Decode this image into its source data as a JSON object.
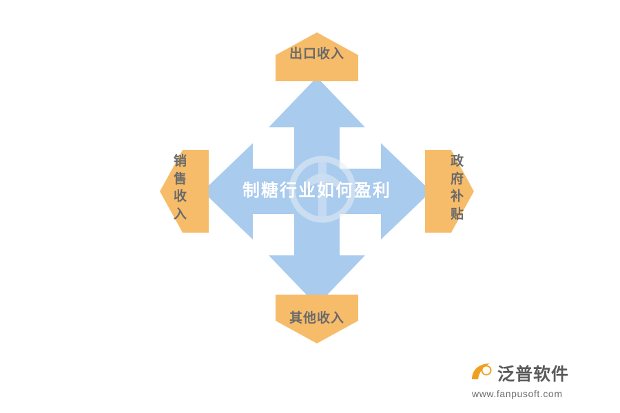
{
  "diagram": {
    "center": {
      "label": "制糖行业如何盈利",
      "color": "#a8cbee"
    },
    "arrow_color": "#a8cbee",
    "node_fill": "#f7bc6a",
    "node_text_color": "#6a6a6a",
    "nodes": [
      {
        "id": "top",
        "label": "出口收入",
        "direction": "up"
      },
      {
        "id": "right",
        "label": "政府补贴",
        "direction": "right"
      },
      {
        "id": "bottom",
        "label": "其他收入",
        "direction": "down"
      },
      {
        "id": "left",
        "label": "销售收入",
        "direction": "left"
      }
    ]
  },
  "branding": {
    "name": "泛普软件",
    "url": "www.fanpusoft.com",
    "mark_color": "#f0a020",
    "text_color": "#5a5a5a"
  },
  "watermark": {
    "present": true
  }
}
